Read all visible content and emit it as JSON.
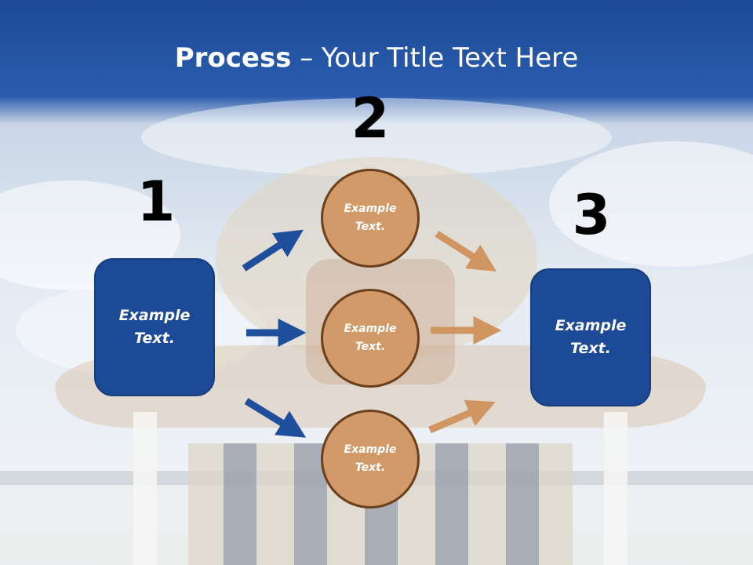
{
  "title": {
    "bold": "Process",
    "rest": " – Your Title Text Here"
  },
  "steps": [
    {
      "number": "1",
      "box_text": "Example Text."
    },
    {
      "number": "2"
    },
    {
      "number": "3",
      "box_text": "Example Text."
    }
  ],
  "circles": [
    {
      "text": "Example Text."
    },
    {
      "text": "Example Text."
    },
    {
      "text": "Example Text."
    }
  ],
  "colors": {
    "header_blue": "#1e4b9a",
    "box_blue": "#1c4a96",
    "circle_fill": "#d19a68",
    "circle_border": "#6b3f1b",
    "arrow_blue": "#1f4e9c",
    "arrow_tan": "#d09561"
  }
}
